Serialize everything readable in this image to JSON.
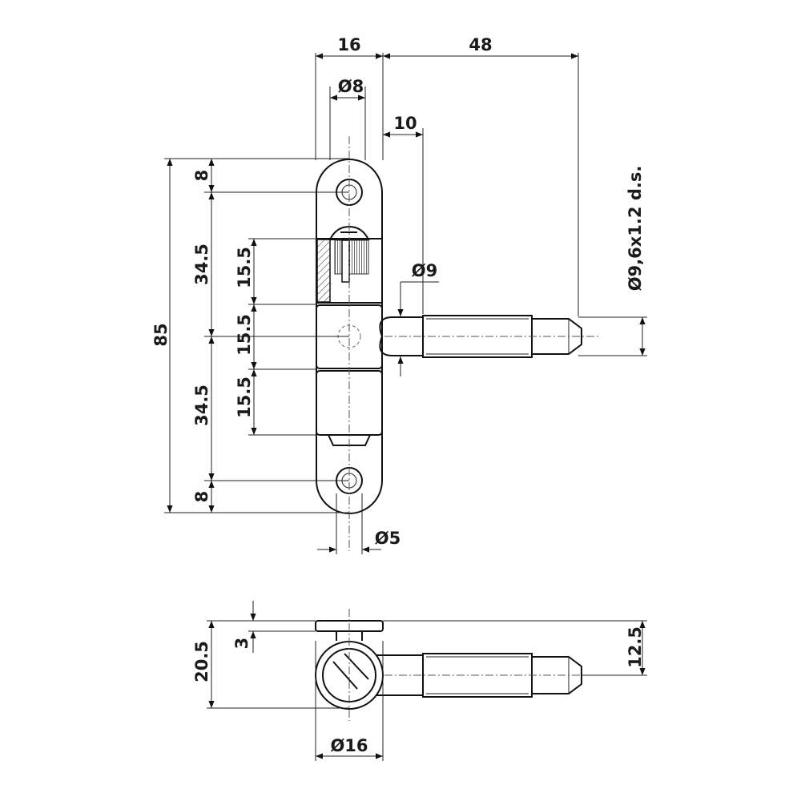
{
  "drawing": {
    "dimensions": {
      "width_body": "16",
      "length_pin": "48",
      "hole_top": "Ø8",
      "offset": "10",
      "pin_dia": "Ø9",
      "thread_spec": "Ø9,6x1.2 d.s.",
      "overall_height": "85",
      "end_top": "8",
      "upper_section": "34.5",
      "seg_upper": "15.5",
      "seg_middle": "15.5",
      "lower_section": "34.5",
      "seg_lower": "15.5",
      "end_bottom": "8",
      "hole_bottom": "Ø5",
      "side_height": "20.5",
      "plate_thickness": "3",
      "pin_height": "12.5",
      "side_diameter": "Ø16"
    }
  }
}
